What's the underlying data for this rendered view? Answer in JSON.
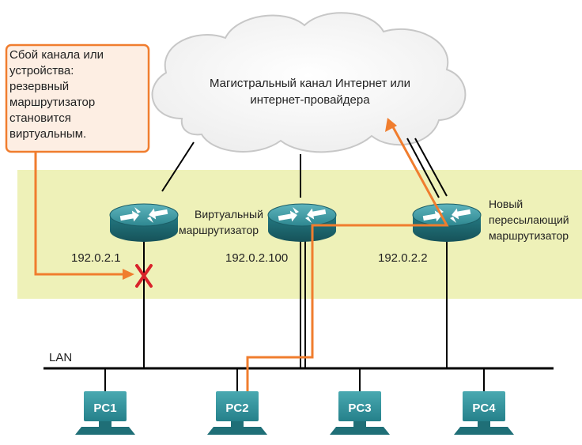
{
  "colors": {
    "band": "#EEF1B8",
    "orange": "#F07D2E",
    "callout_fill": "#FDEEE3",
    "router_dark": "#1B5E66",
    "router_light": "#3F9EA8",
    "fail_x": "#D8232A",
    "pc": "#2F8F97",
    "line": "#000000"
  },
  "callout": {
    "lines": [
      "Сбой канала или",
      "устройства:",
      "резервный",
      "маршрутизатор",
      "становится",
      "виртуальным."
    ]
  },
  "cloud": {
    "line1": "Магистральный канал Интернет или",
    "line2": "интернет-провайдера"
  },
  "routers": [
    {
      "ip": "192.0.2.1",
      "label": []
    },
    {
      "ip": "192.0.2.100",
      "label": [
        "Виртуальный",
        "маршрутизатор"
      ]
    },
    {
      "ip": "192.0.2.2",
      "label": [
        "Новый",
        "пересылающий",
        "маршрутизатор"
      ]
    }
  ],
  "lan": {
    "label": "LAN"
  },
  "pcs": [
    "PC1",
    "PC2",
    "PC3",
    "PC4"
  ],
  "icons": {
    "router": "router-icon",
    "pc": "pc-icon",
    "fail": "link-failure-x-icon",
    "cloud": "cloud-icon"
  }
}
